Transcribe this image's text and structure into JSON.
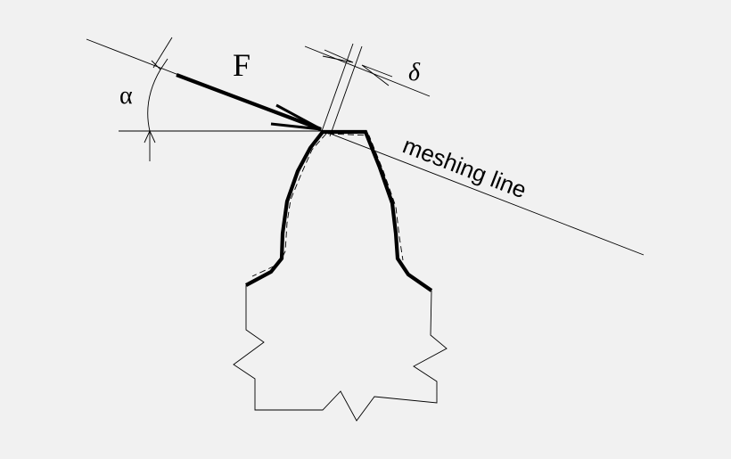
{
  "labels": {
    "force": "F",
    "pressure_angle": "α",
    "deflection": "δ",
    "meshing_line": "meshing line"
  }
}
